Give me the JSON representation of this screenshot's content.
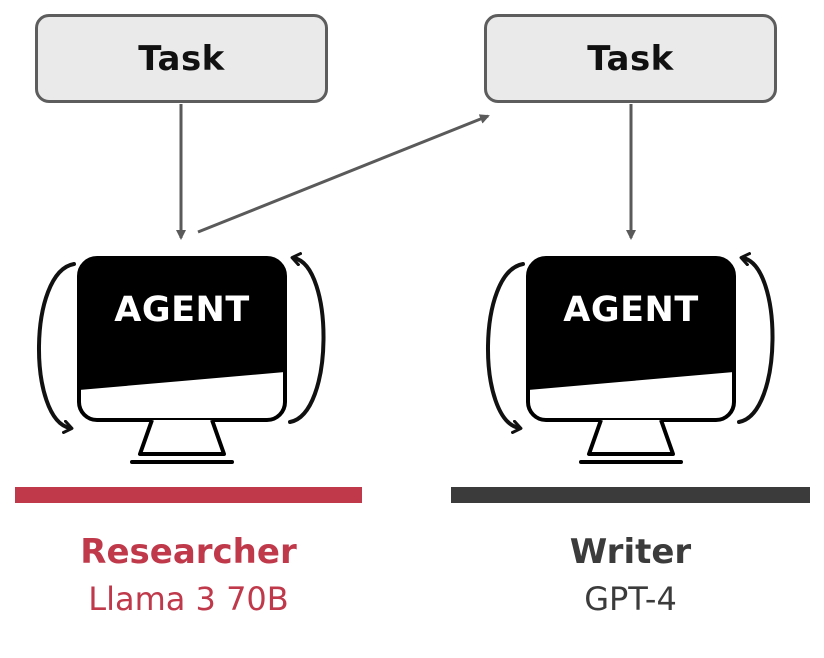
{
  "colors": {
    "accent_researcher": "#c0394b",
    "accent_writer": "#3b3b3b",
    "arrow": "#5a5a5a",
    "task_fill": "#eaeaea",
    "task_border": "#5d5d5d",
    "monitor_screen": "#000000"
  },
  "tasks": [
    {
      "label": "Task"
    },
    {
      "label": "Task"
    }
  ],
  "agents": [
    {
      "screen_label": "AGENT",
      "role": "Researcher",
      "model": "Llama 3 70B",
      "icon": "monitor-icon"
    },
    {
      "screen_label": "AGENT",
      "role": "Writer",
      "model": "GPT-4",
      "icon": "monitor-icon"
    }
  ]
}
